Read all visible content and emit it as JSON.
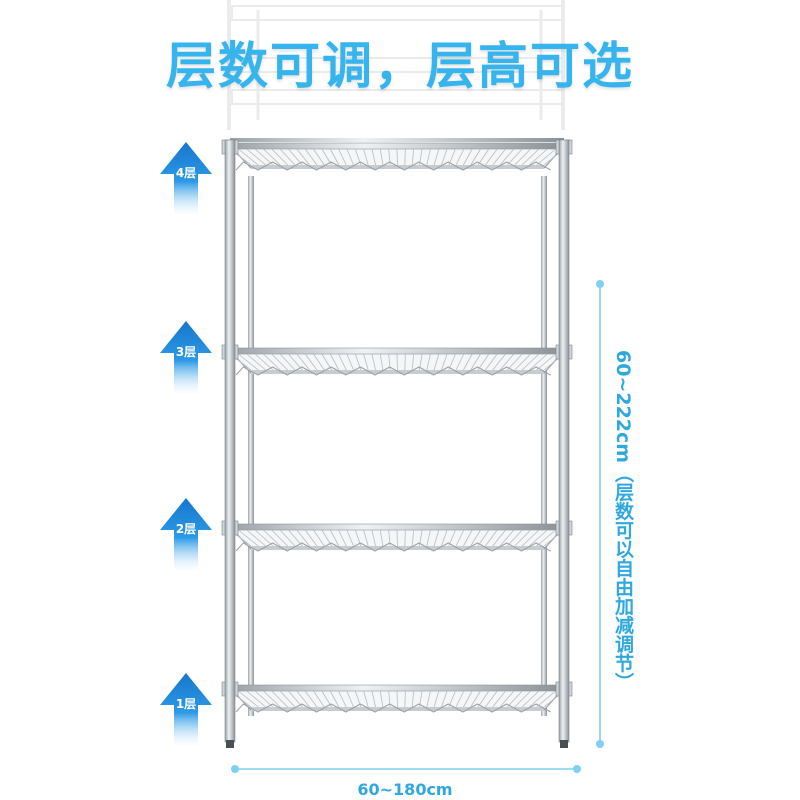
{
  "headline": "层数可调，层高可选",
  "levels": [
    {
      "label": "4层"
    },
    {
      "label": "3层"
    },
    {
      "label": "2层"
    },
    {
      "label": "1层"
    }
  ],
  "dimensions": {
    "height_label": "60~222cm（层数可以自由加减调节）",
    "width_label": "60~180cm"
  },
  "colors": {
    "headline": "#35b4ee",
    "dimension_text": "#2fa8e0",
    "dimension_line": "#7fd0f2",
    "arrow_dark": "#1676cc",
    "arrow_light": "#e8f6ff",
    "chrome": "#8d949b"
  }
}
